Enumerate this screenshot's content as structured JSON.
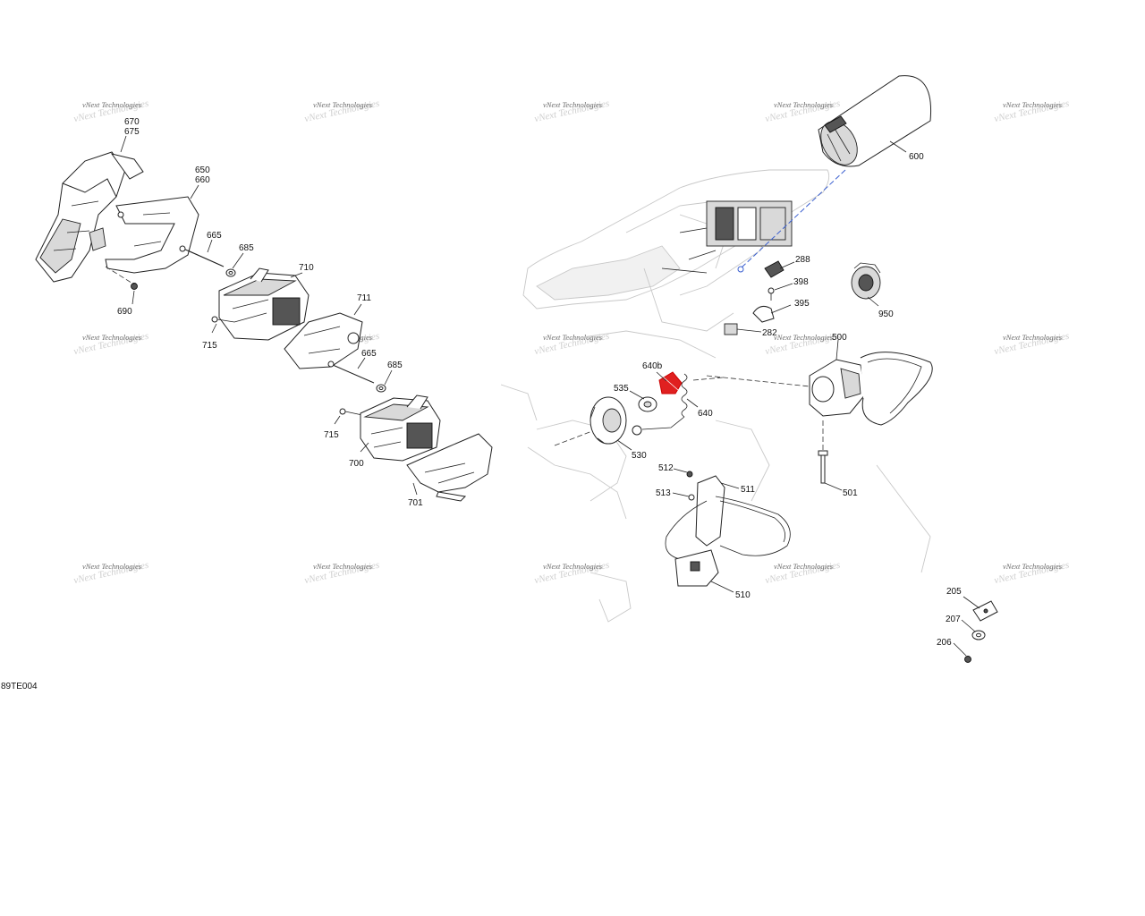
{
  "diagram": {
    "reference_code": "89TE004",
    "watermark_text": "vNext Technologies",
    "highlight_color": "#e02020",
    "callouts": [
      {
        "id": "670",
        "highlighted": false
      },
      {
        "id": "675",
        "highlighted": false
      },
      {
        "id": "650",
        "highlighted": false
      },
      {
        "id": "660",
        "highlighted": false
      },
      {
        "id": "665",
        "highlighted": false
      },
      {
        "id": "685",
        "highlighted": false
      },
      {
        "id": "710",
        "highlighted": false
      },
      {
        "id": "690",
        "highlighted": false
      },
      {
        "id": "715",
        "highlighted": false
      },
      {
        "id": "711",
        "highlighted": false
      },
      {
        "id": "665",
        "highlighted": false
      },
      {
        "id": "685",
        "highlighted": false
      },
      {
        "id": "715",
        "highlighted": false
      },
      {
        "id": "700",
        "highlighted": false
      },
      {
        "id": "701",
        "highlighted": false
      },
      {
        "id": "600",
        "highlighted": false
      },
      {
        "id": "288",
        "highlighted": false
      },
      {
        "id": "398",
        "highlighted": false
      },
      {
        "id": "395",
        "highlighted": false
      },
      {
        "id": "950",
        "highlighted": false
      },
      {
        "id": "282",
        "highlighted": false
      },
      {
        "id": "500",
        "highlighted": false
      },
      {
        "id": "640b",
        "highlighted": true
      },
      {
        "id": "535",
        "highlighted": false
      },
      {
        "id": "640",
        "highlighted": false
      },
      {
        "id": "530",
        "highlighted": false
      },
      {
        "id": "501",
        "highlighted": false
      },
      {
        "id": "512",
        "highlighted": false
      },
      {
        "id": "511",
        "highlighted": false
      },
      {
        "id": "513",
        "highlighted": false
      },
      {
        "id": "510",
        "highlighted": false
      },
      {
        "id": "205",
        "highlighted": false
      },
      {
        "id": "207",
        "highlighted": false
      },
      {
        "id": "206",
        "highlighted": false
      }
    ]
  }
}
